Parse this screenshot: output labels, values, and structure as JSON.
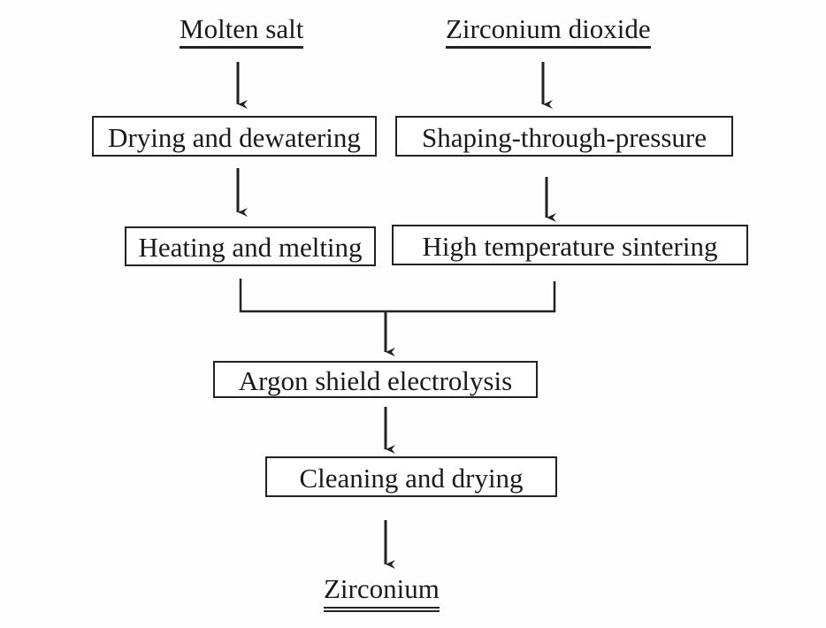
{
  "diagram": {
    "inputs": {
      "left": "Molten salt",
      "right": "Zirconium dioxide"
    },
    "left_branch": [
      "Drying and dewatering",
      "Heating and melting"
    ],
    "right_branch": [
      "Shaping-through-pressure",
      "High temperature sintering"
    ],
    "merged_steps": [
      "Argon shield electrolysis",
      "Cleaning and drying"
    ],
    "output": "Zirconium",
    "colors": {
      "stroke": "#222222",
      "text": "#1a1a1a",
      "background": "#fdfdfd"
    }
  }
}
